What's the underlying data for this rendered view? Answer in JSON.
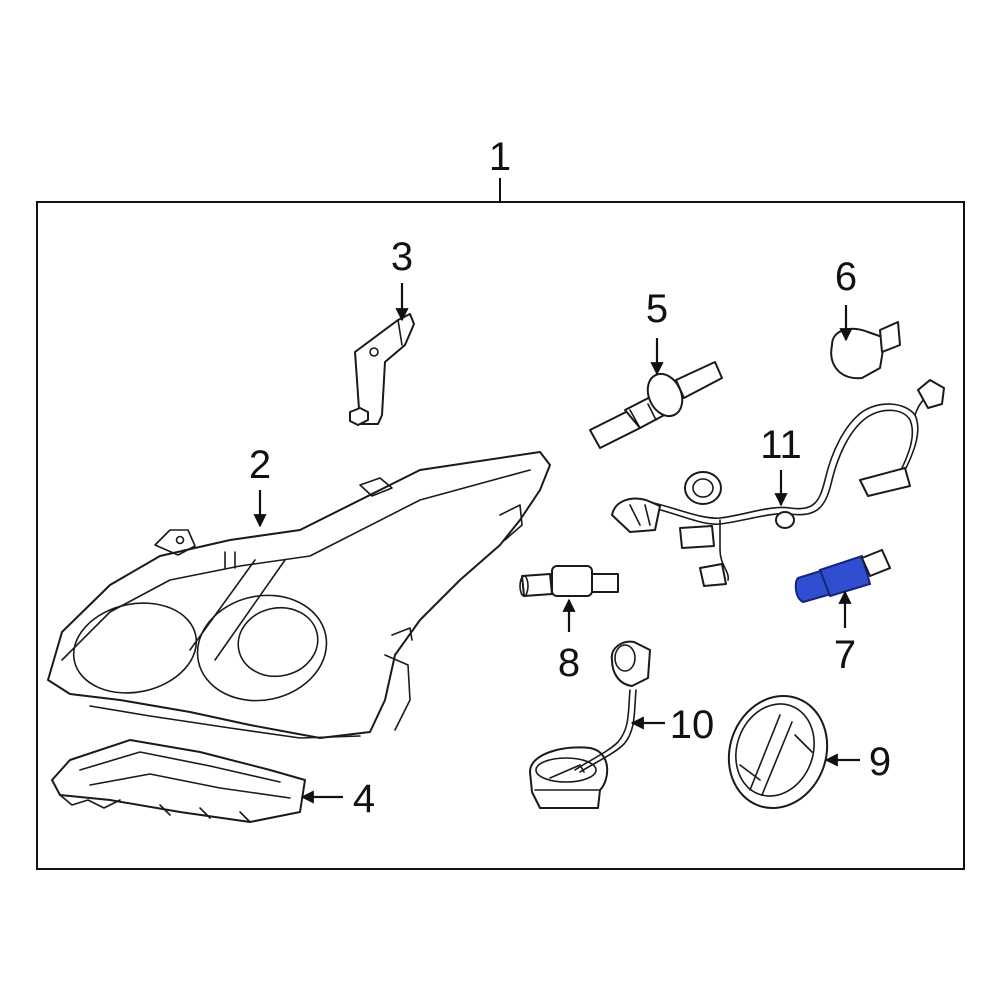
{
  "labels": {
    "p1": "1",
    "p2": "2",
    "p3": "3",
    "p4": "4",
    "p5": "5",
    "p6": "6",
    "p7": "7",
    "p8": "8",
    "p9": "9",
    "p10": "10",
    "p11": "11"
  },
  "highlight_color": "#2f4fd0",
  "line_color": "#1a1a1a"
}
